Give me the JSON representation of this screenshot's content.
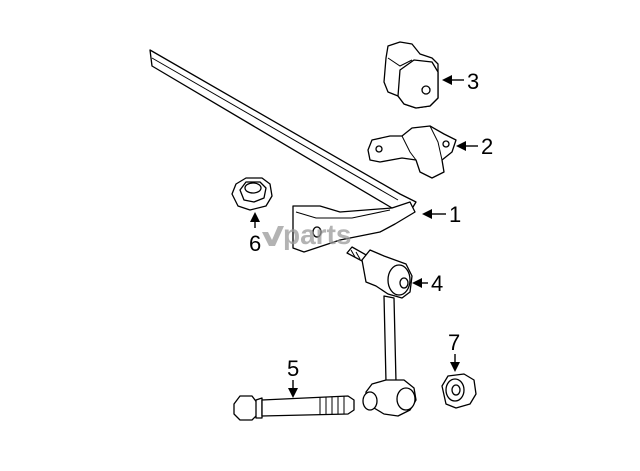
{
  "watermark": "parts",
  "callouts": [
    "1",
    "2",
    "3",
    "4",
    "5",
    "6",
    "7"
  ]
}
